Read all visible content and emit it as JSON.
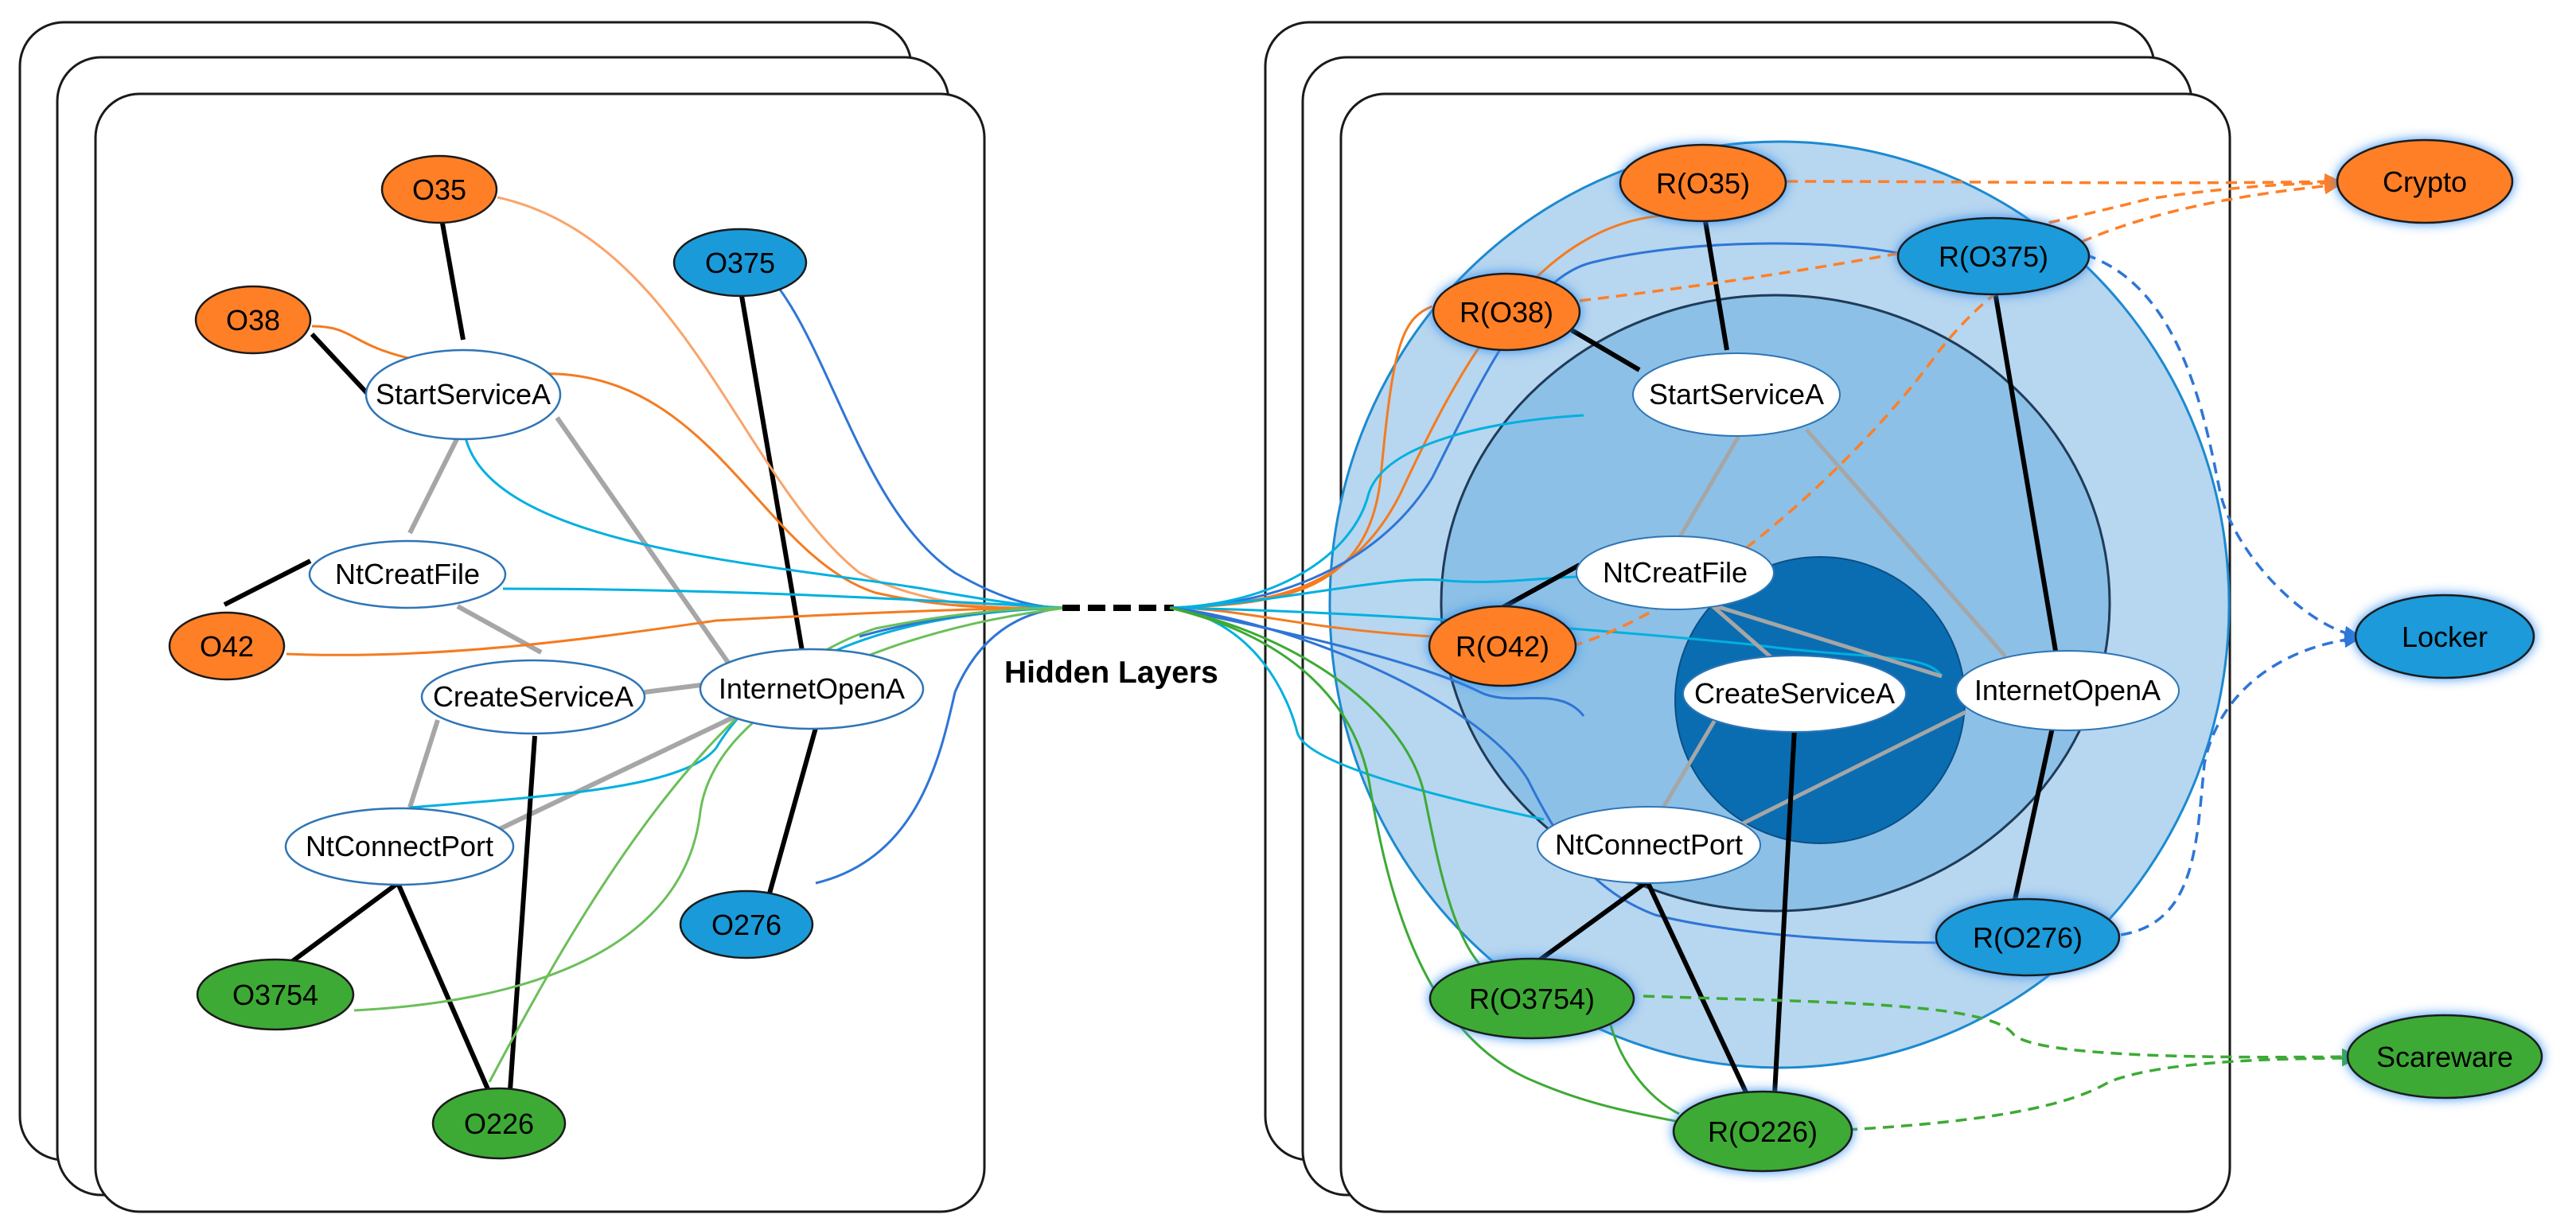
{
  "center_label": "Hidden Layers",
  "colors": {
    "orange": "#FF7F27",
    "blue": "#1A9AD9",
    "green": "#3DAA35",
    "white": "#FFFFFF",
    "node_outline": "#2E75B6",
    "outer_circle": "#B7D6EF",
    "middle_circle": "#8CC0E6",
    "inner_circle": "#0A6DB2",
    "api_edge": "#A6A6A6",
    "op_edge": "#000000"
  },
  "left_graph": {
    "api_nodes": [
      {
        "id": "start",
        "label": "StartServiceA"
      },
      {
        "id": "ntcreat",
        "label": "NtCreatFile"
      },
      {
        "id": "createsvc",
        "label": "CreateServiceA"
      },
      {
        "id": "inet",
        "label": "InternetOpenA"
      },
      {
        "id": "ntconn",
        "label": "NtConnectPort"
      }
    ],
    "op_nodes": [
      {
        "id": "o35",
        "label": "O35",
        "color": "orange"
      },
      {
        "id": "o38",
        "label": "O38",
        "color": "orange"
      },
      {
        "id": "o42",
        "label": "O42",
        "color": "orange"
      },
      {
        "id": "o375",
        "label": "O375",
        "color": "blue"
      },
      {
        "id": "o276",
        "label": "O276",
        "color": "blue"
      },
      {
        "id": "o3754",
        "label": "O3754",
        "color": "green"
      },
      {
        "id": "o226",
        "label": "O226",
        "color": "green"
      }
    ]
  },
  "right_graph": {
    "api_nodes": [
      {
        "id": "start",
        "label": "StartServiceA"
      },
      {
        "id": "ntcreat",
        "label": "NtCreatFile"
      },
      {
        "id": "createsvc",
        "label": "CreateServiceA"
      },
      {
        "id": "inet",
        "label": "InternetOpenA"
      },
      {
        "id": "ntconn",
        "label": "NtConnectPort"
      }
    ],
    "op_nodes": [
      {
        "id": "r35",
        "label": "R(O35)",
        "color": "orange"
      },
      {
        "id": "r38",
        "label": "R(O38)",
        "color": "orange"
      },
      {
        "id": "r42",
        "label": "R(O42)",
        "color": "orange"
      },
      {
        "id": "r375",
        "label": "R(O375)",
        "color": "blue"
      },
      {
        "id": "r276",
        "label": "R(O276)",
        "color": "blue"
      },
      {
        "id": "r3754",
        "label": "R(O3754)",
        "color": "green"
      },
      {
        "id": "r226",
        "label": "R(O226)",
        "color": "green"
      }
    ]
  },
  "classes": [
    {
      "id": "crypto",
      "label": "Crypto",
      "color": "orange"
    },
    {
      "id": "locker",
      "label": "Locker",
      "color": "blue"
    },
    {
      "id": "scareware",
      "label": "Scareware",
      "color": "green"
    }
  ]
}
